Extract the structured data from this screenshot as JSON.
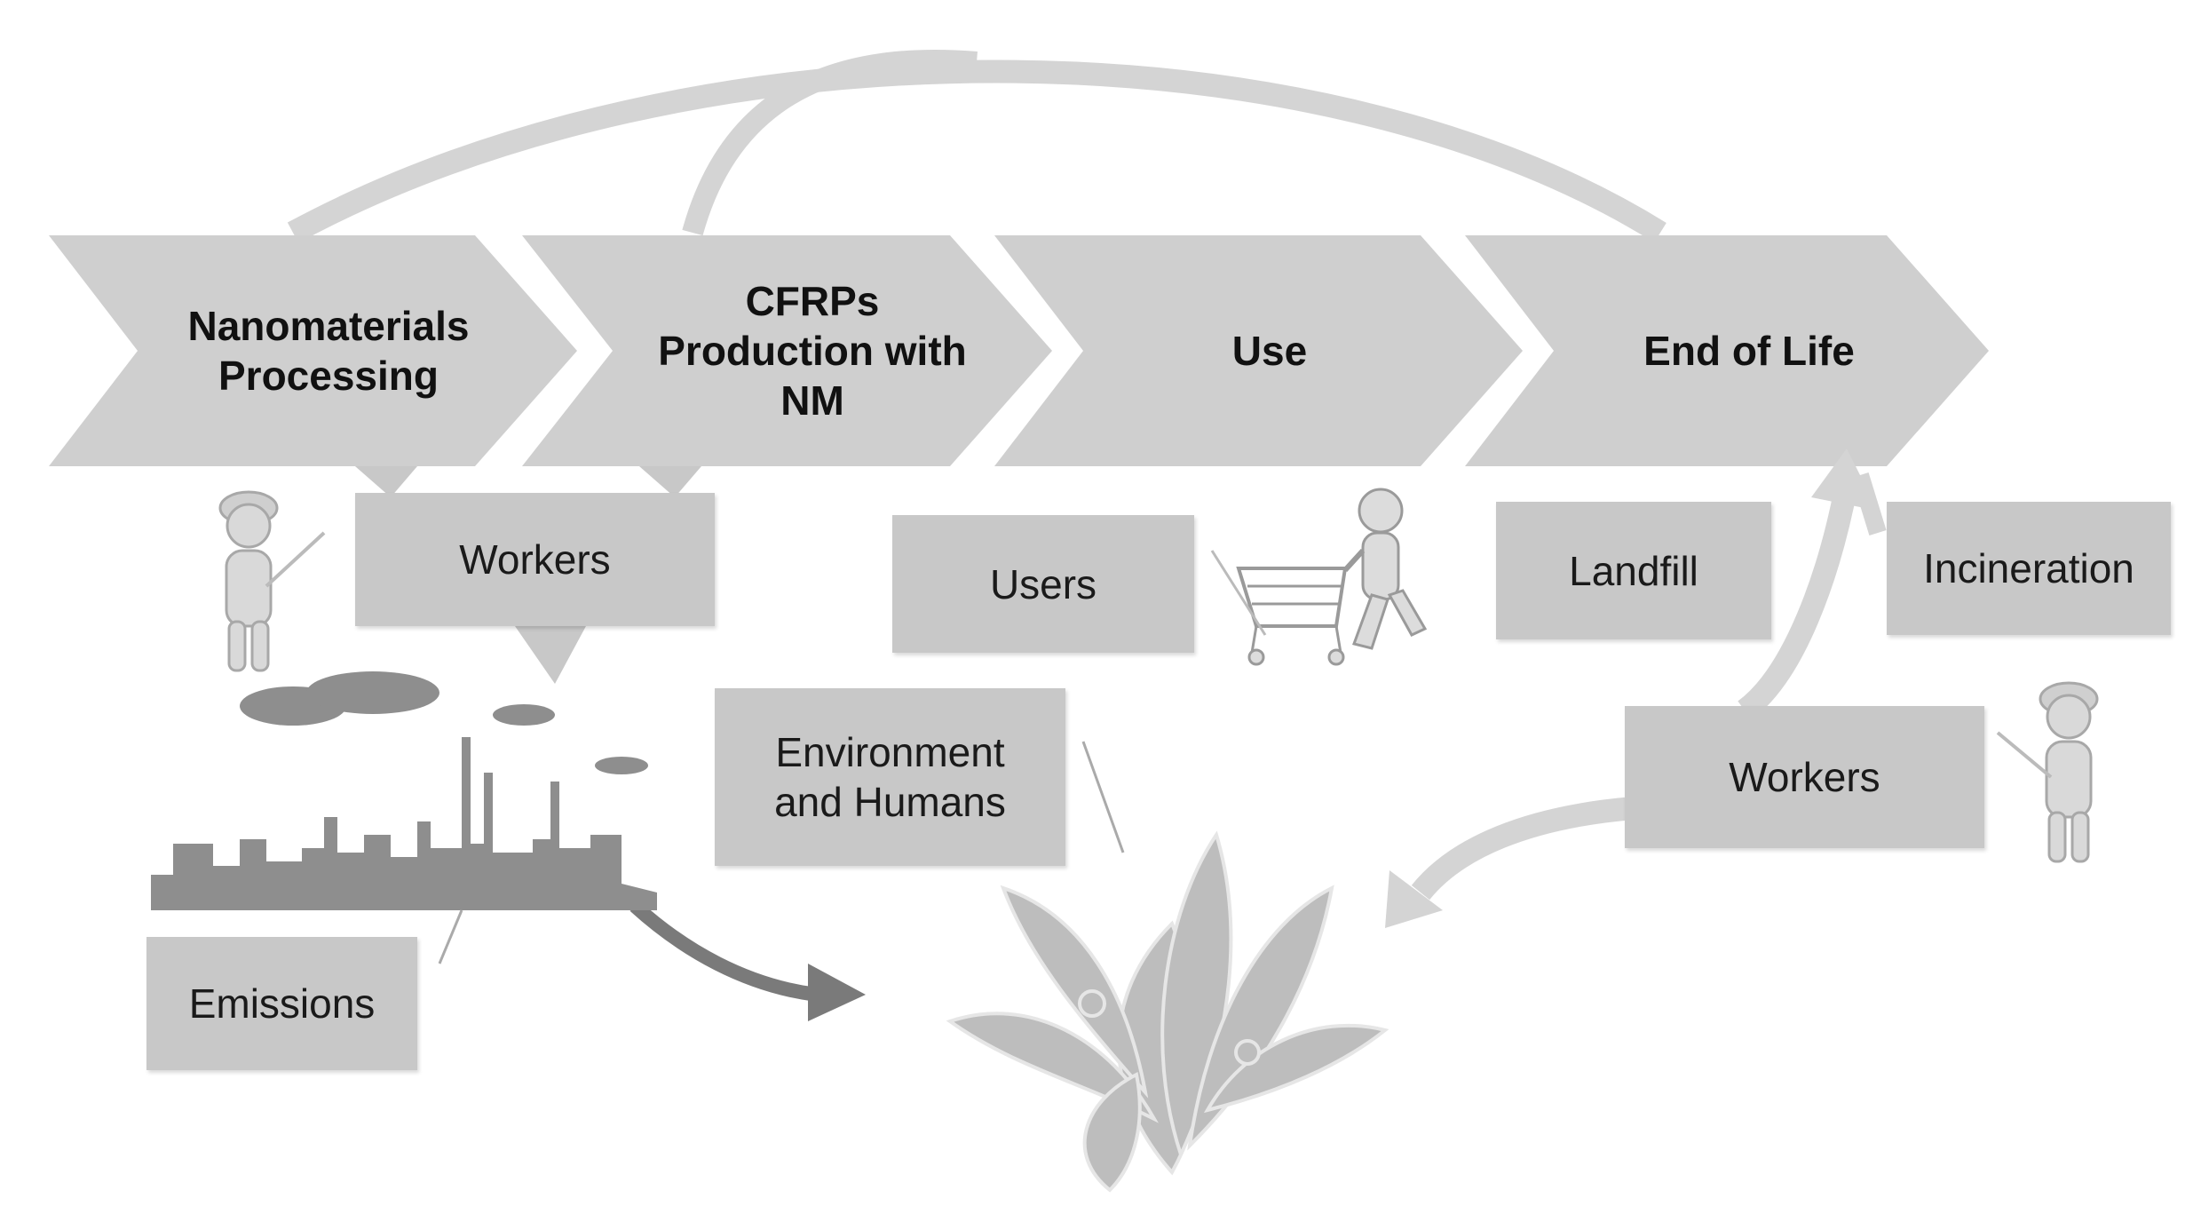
{
  "stages": [
    {
      "label": "Nanomaterials\nProcessing",
      "icon": "chevron-arrow"
    },
    {
      "label": "CFRPs\nProduction with\nNM",
      "icon": "chevron-arrow"
    },
    {
      "label": "Use",
      "icon": "chevron-arrow"
    },
    {
      "label": "End of Life",
      "icon": "chevron-arrow"
    }
  ],
  "boxes": {
    "workers_production": "Workers",
    "users": "Users",
    "landfill": "Landfill",
    "incineration": "Incineration",
    "environment": "Environment\nand Humans",
    "workers_eol": "Workers",
    "emissions": "Emissions"
  },
  "illustrations": {
    "worker_left": "worker-figure-icon",
    "worker_right": "worker-figure-icon",
    "shopper": "shopping-cart-figure-icon",
    "factory": "factory-skyline-icon",
    "leaves": "leaves-people-icon"
  },
  "colors": {
    "chevron": "#cfcfcf",
    "box": "#c8c8c8",
    "arc": "#d4d4d4",
    "factory": "#8e8e8e",
    "emission_arrow": "#7a7a7a",
    "leaf": "#bdbdbd"
  }
}
